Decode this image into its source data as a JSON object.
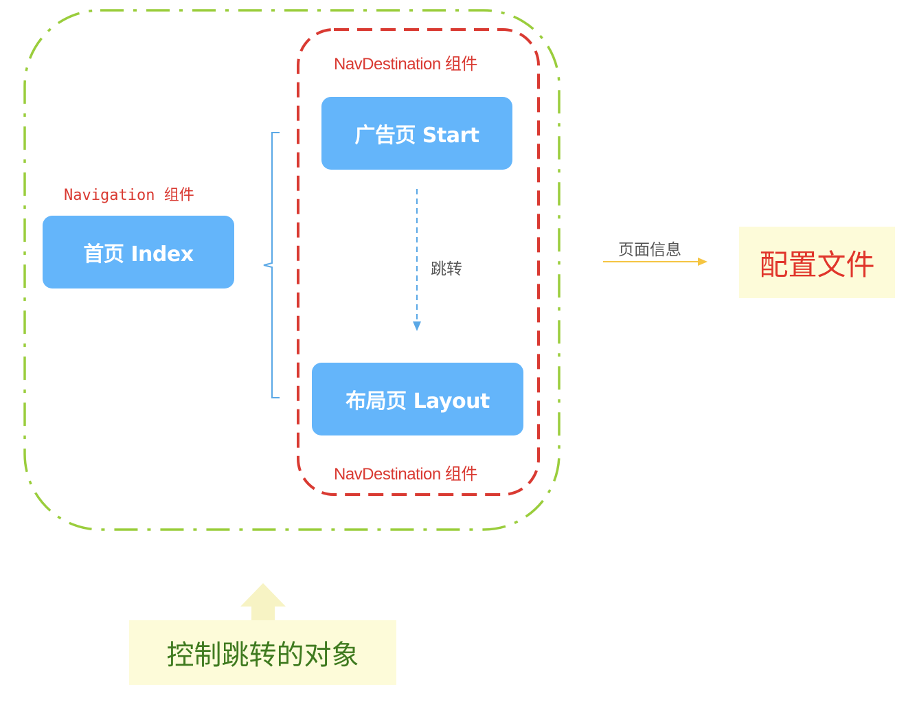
{
  "navigation": {
    "label": "Navigation 组件",
    "index_node": "首页 Index"
  },
  "nav_destinations": {
    "top_label": "NavDestination 组件",
    "bottom_label": "NavDestination 组件",
    "start_node": "广告页 Start",
    "layout_node": "布局页 Layout",
    "jump_label": "跳转"
  },
  "page_info": {
    "label": "页面信息",
    "target": "配置文件"
  },
  "controlled_object": {
    "label": "控制跳转的对象"
  },
  "colors": {
    "outer_border": "#9acd3c",
    "inner_border": "#d93a32",
    "node_fill": "#64b5fa",
    "connector": "#5aa8e6",
    "info_arrow": "#f5c542",
    "note_fill": "#fdfbd9",
    "config_text": "#e0352b",
    "control_text": "#3f7a1f",
    "up_arrow": "#f7f3c4"
  }
}
